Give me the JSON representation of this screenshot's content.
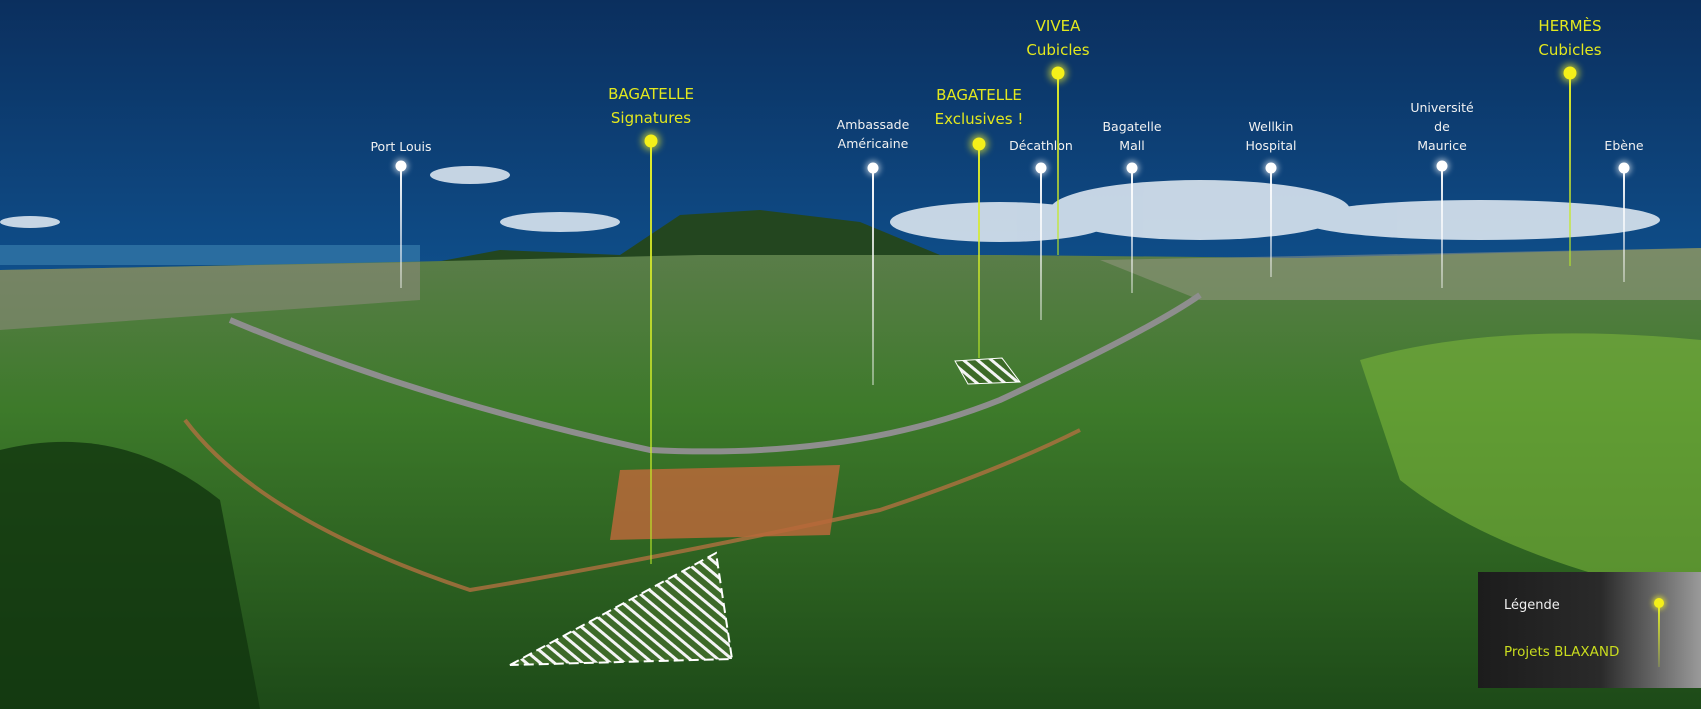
{
  "pins": {
    "port_louis": {
      "lines": [
        "Port Louis"
      ],
      "type": "landmark"
    },
    "bagatelle_signatures": {
      "lines": [
        "BAGATELLE",
        "Signatures"
      ],
      "type": "project"
    },
    "ambassade": {
      "lines": [
        "Ambassade",
        "Américaine"
      ],
      "type": "landmark"
    },
    "bagatelle_exclusives": {
      "lines": [
        "BAGATELLE",
        "Exclusives !"
      ],
      "type": "project"
    },
    "decathlon": {
      "lines": [
        "Décathlon"
      ],
      "type": "landmark"
    },
    "vivea": {
      "lines": [
        "VIVEA",
        "Cubicles"
      ],
      "type": "project"
    },
    "bagatelle_mall": {
      "lines": [
        "Bagatelle",
        "Mall"
      ],
      "type": "landmark"
    },
    "wellkin": {
      "lines": [
        "Wellkin",
        "Hospital"
      ],
      "type": "landmark"
    },
    "universite": {
      "lines": [
        "Université",
        "de",
        "Maurice"
      ],
      "type": "landmark"
    },
    "hermes": {
      "lines": [
        "HERMÈS",
        "Cubicles"
      ],
      "type": "project"
    },
    "ebene": {
      "lines": [
        "Ebène"
      ],
      "type": "landmark"
    }
  },
  "legend": {
    "title": "Légende",
    "item": "Projets BLAXAND"
  },
  "colors": {
    "project": "#e3e81e",
    "landmark": "#ffffff",
    "legend_bg": "#1c1c1c"
  }
}
